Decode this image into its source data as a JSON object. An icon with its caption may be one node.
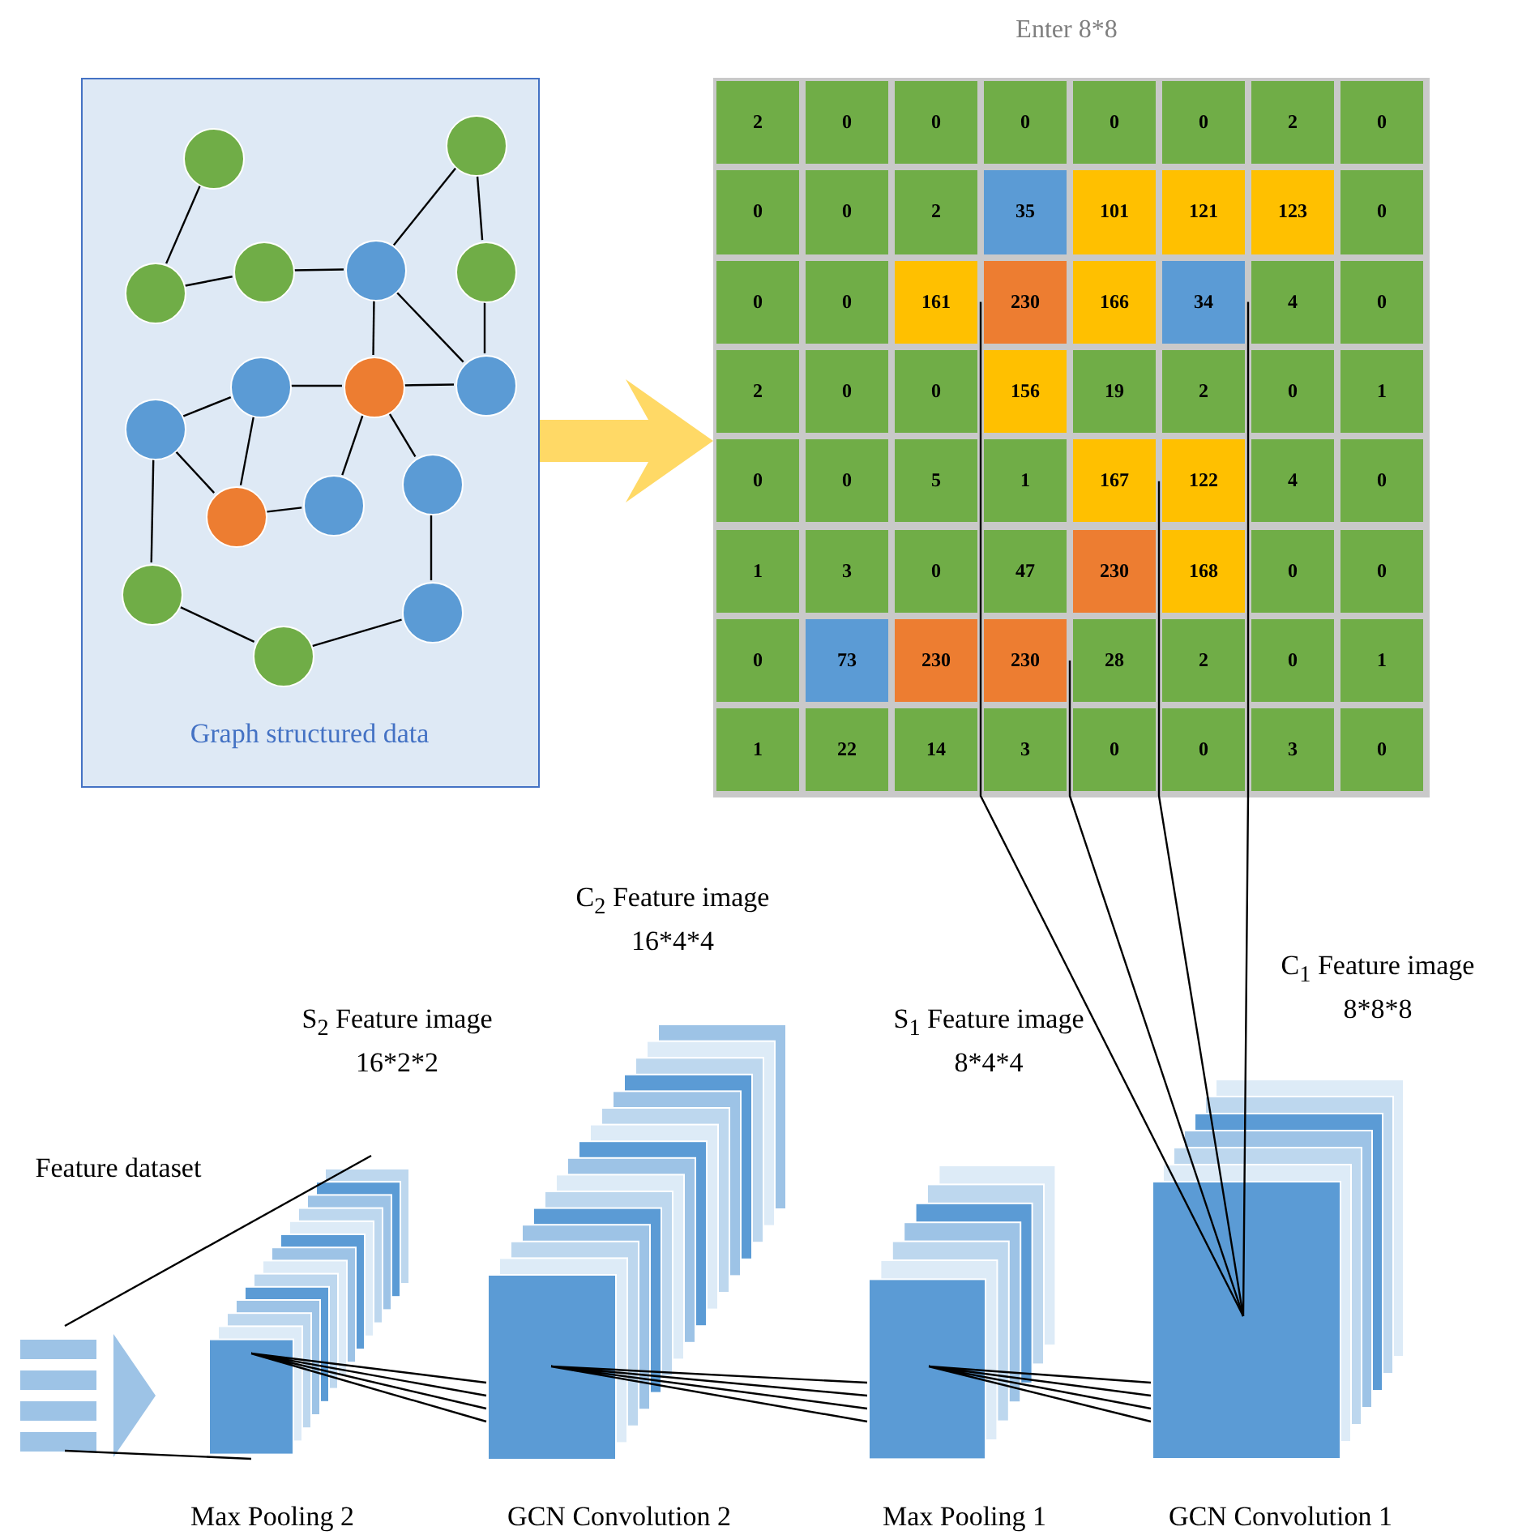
{
  "diagram": {
    "nodes": [
      {
        "text": [
          "Graph structured data"
        ]
      },
      {
        "text": [],
        "shape": "circle",
        "in": 0
      },
      {
        "text": [],
        "shape": "circle",
        "in": 0
      },
      {
        "text": [],
        "shape": "circle",
        "in": 0
      },
      {
        "text": [],
        "shape": "circle",
        "in": 0
      },
      {
        "text": [],
        "shape": "circle",
        "in": 0
      },
      {
        "text": [],
        "shape": "circle",
        "in": 0
      },
      {
        "text": [],
        "shape": "circle",
        "in": 0
      },
      {
        "text": [],
        "shape": "circle",
        "in": 0
      },
      {
        "text": [],
        "shape": "circle",
        "in": 0
      },
      {
        "text": [],
        "shape": "circle",
        "in": 0
      },
      {
        "text": [],
        "shape": "circle",
        "in": 0
      },
      {
        "text": [],
        "shape": "circle",
        "in": 0
      },
      {
        "text": [],
        "shape": "circle",
        "in": 0
      },
      {
        "text": [],
        "shape": "circle",
        "in": 0
      },
      {
        "text": [],
        "shape": "circle",
        "in": 0
      },
      {
        "text": [],
        "shape": "circle",
        "in": 0
      },
      {
        "text": [
          "Enter 8*8"
        ]
      },
      {
        "text": [
          "2"
        ],
        "in": 17
      },
      {
        "text": [
          "0"
        ],
        "in": 17
      },
      {
        "text": [
          "0"
        ],
        "in": 17
      },
      {
        "text": [
          "0"
        ],
        "in": 17
      },
      {
        "text": [
          "0"
        ],
        "in": 17
      },
      {
        "text": [
          "0"
        ],
        "in": 17
      },
      {
        "text": [
          "2"
        ],
        "in": 17
      },
      {
        "text": [
          "0"
        ],
        "in": 17
      },
      {
        "text": [
          "0"
        ],
        "in": 17
      },
      {
        "text": [
          "0"
        ],
        "in": 17
      },
      {
        "text": [
          "2"
        ],
        "in": 17
      },
      {
        "text": [
          "35"
        ],
        "in": 17
      },
      {
        "text": [
          "101"
        ],
        "in": 17
      },
      {
        "text": [
          "121"
        ],
        "in": 17
      },
      {
        "text": [
          "123"
        ],
        "in": 17
      },
      {
        "text": [
          "0"
        ],
        "in": 17
      },
      {
        "text": [
          "0"
        ],
        "in": 17
      },
      {
        "text": [
          "0"
        ],
        "in": 17
      },
      {
        "text": [
          "161"
        ],
        "in": 17
      },
      {
        "text": [
          "230"
        ],
        "in": 17
      },
      {
        "text": [
          "166"
        ],
        "in": 17
      },
      {
        "text": [
          "34"
        ],
        "in": 17
      },
      {
        "text": [
          "4"
        ],
        "in": 17
      },
      {
        "text": [
          "0"
        ],
        "in": 17
      },
      {
        "text": [
          "2"
        ],
        "in": 17
      },
      {
        "text": [
          "0"
        ],
        "in": 17
      },
      {
        "text": [
          "0"
        ],
        "in": 17
      },
      {
        "text": [
          "156"
        ],
        "in": 17
      },
      {
        "text": [
          "19"
        ],
        "in": 17
      },
      {
        "text": [
          "2"
        ],
        "in": 17
      },
      {
        "text": [
          "0"
        ],
        "in": 17
      },
      {
        "text": [
          "1"
        ],
        "in": 17
      },
      {
        "text": [
          "0"
        ],
        "in": 17
      },
      {
        "text": [
          "0"
        ],
        "in": 17
      },
      {
        "text": [
          "5"
        ],
        "in": 17
      },
      {
        "text": [
          "1"
        ],
        "in": 17
      },
      {
        "text": [
          "167"
        ],
        "in": 17
      },
      {
        "text": [
          "122"
        ],
        "in": 17
      },
      {
        "text": [
          "4"
        ],
        "in": 17
      },
      {
        "text": [
          "0"
        ],
        "in": 17
      },
      {
        "text": [
          "1"
        ],
        "in": 17
      },
      {
        "text": [
          "3"
        ],
        "in": 17
      },
      {
        "text": [
          "0"
        ],
        "in": 17
      },
      {
        "text": [
          "47"
        ],
        "in": 17
      },
      {
        "text": [
          "230"
        ],
        "in": 17
      },
      {
        "text": [
          "168"
        ],
        "in": 17
      },
      {
        "text": [
          "0"
        ],
        "in": 17
      },
      {
        "text": [
          "0"
        ],
        "in": 17
      },
      {
        "text": [
          "0"
        ],
        "in": 17
      },
      {
        "text": [
          "73"
        ],
        "in": 17
      },
      {
        "text": [
          "230"
        ],
        "in": 17
      },
      {
        "text": [
          "230"
        ],
        "in": 17
      },
      {
        "text": [
          "28"
        ],
        "in": 17
      },
      {
        "text": [
          "2"
        ],
        "in": 17
      },
      {
        "text": [
          "0"
        ],
        "in": 17
      },
      {
        "text": [
          "1"
        ],
        "in": 17
      },
      {
        "text": [
          "1"
        ],
        "in": 17
      },
      {
        "text": [
          "22"
        ],
        "in": 17
      },
      {
        "text": [
          "14"
        ],
        "in": 17
      },
      {
        "text": [
          "3"
        ],
        "in": 17
      },
      {
        "text": [
          "0"
        ],
        "in": 17
      },
      {
        "text": [
          "0"
        ],
        "in": 17
      },
      {
        "text": [
          "3"
        ],
        "in": 17
      },
      {
        "text": [
          "0"
        ],
        "in": 17
      },
      {
        "text": [
          "Feature dataset"
        ]
      },
      {
        "text": [
          "S$_{2}$ Feature image 16*2*2"
        ],
        "beside": [
          "Max Pooling 2"
        ]
      },
      {
        "text": [
          "C$_{2}$ Feature image 16*4*4"
        ],
        "beside": [
          "GCN Convolution 2"
        ]
      },
      {
        "text": [
          "S$_{1}$ Feature image 8*4*4"
        ],
        "beside": [
          "Max Pooling 1"
        ]
      },
      {
        "text": [
          "C$_{1}$ Feature image 8*8*8"
        ],
        "beside": [
          "GCN Convolution 1"
        ]
      }
    ],
    "edges": [
      {
        "from": 1,
        "to": 6,
        "arrow": "none"
      },
      {
        "from": 6,
        "to": 3,
        "arrow": "none"
      },
      {
        "from": 3,
        "to": 4,
        "arrow": "none"
      },
      {
        "from": 4,
        "to": 2,
        "arrow": "none"
      },
      {
        "from": 2,
        "to": 5,
        "arrow": "none"
      },
      {
        "from": 4,
        "to": 8,
        "arrow": "none"
      },
      {
        "from": 4,
        "to": 9,
        "arrow": "none"
      },
      {
        "from": 5,
        "to": 9,
        "arrow": "none"
      },
      {
        "from": 7,
        "to": 8,
        "arrow": "none"
      },
      {
        "from": 8,
        "to": 9,
        "arrow": "none"
      },
      {
        "from": 7,
        "to": 10,
        "arrow": "none"
      },
      {
        "from": 7,
        "to": 13,
        "arrow": "none"
      },
      {
        "from": 10,
        "to": 13,
        "arrow": "none"
      },
      {
        "from": 13,
        "to": 12,
        "arrow": "none"
      },
      {
        "from": 8,
        "to": 12,
        "arrow": "none"
      },
      {
        "from": 8,
        "to": 11,
        "arrow": "none"
      },
      {
        "from": 11,
        "to": 15,
        "arrow": "none"
      },
      {
        "from": 10,
        "to": 14,
        "arrow": "none"
      },
      {
        "from": 14,
        "to": 16,
        "arrow": "none"
      },
      {
        "from": 16,
        "to": 15,
        "arrow": "none"
      },
      {
        "from": 0,
        "to": 17,
        "arrow": "to",
        "style": "thick",
        "color": "#ffd966"
      },
      {
        "from": 37,
        "to": 86,
        "arrow": "none"
      },
      {
        "from": 39,
        "to": 86,
        "arrow": "none"
      },
      {
        "from": 54,
        "to": 86,
        "arrow": "none"
      },
      {
        "from": 70,
        "to": 86,
        "arrow": "none"
      },
      {
        "from": 86,
        "to": 85,
        "arrow": "none"
      },
      {
        "from": 85,
        "to": 84,
        "arrow": "none"
      },
      {
        "from": 84,
        "to": 83,
        "arrow": "none"
      },
      {
        "from": 83,
        "to": 82,
        "arrow": "none"
      }
    ]
  }
}
